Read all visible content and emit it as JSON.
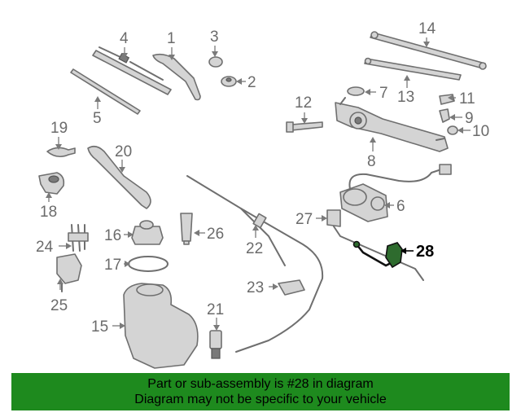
{
  "callouts": [
    "1",
    "2",
    "3",
    "4",
    "5",
    "6",
    "7",
    "8",
    "9",
    "10",
    "11",
    "12",
    "13",
    "14",
    "15",
    "16",
    "17",
    "18",
    "19",
    "20",
    "21",
    "22",
    "23",
    "24",
    "25",
    "26",
    "27",
    "28"
  ],
  "highlighted_callout": "28",
  "banner": {
    "line1": "Part or sub-assembly is #28 in diagram",
    "line2": "Diagram may not be specific to your vehicle",
    "color": "#1e8a1e"
  },
  "colors": {
    "part_stroke": "#6f6f6f",
    "highlight": "#2e6b2e"
  }
}
